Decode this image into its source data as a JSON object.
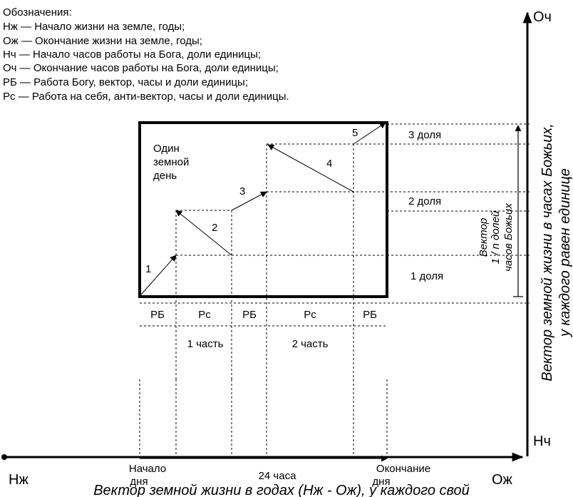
{
  "legend": {
    "heading": "Обозначения:",
    "lines": [
      "Нж — Начало жизни на земле, годы;",
      "Ож — Окончание жизни на земле, годы;",
      "Нч — Начало часов работы на Бога, доли единицы;",
      "Оч — Окончание часов работы на Бога, доли единицы;",
      "РБ — Работа Богу, вектор, часы и доли единицы;",
      "Рс — Работа на себя, анти-вектор, часы и доли единицы."
    ]
  },
  "day_box": {
    "line1": "Один",
    "line2": "земной",
    "line3": "день"
  },
  "steps": [
    "1",
    "2",
    "3",
    "4",
    "5"
  ],
  "shares": {
    "s1": "1 доля",
    "s2": "2 доля",
    "s3": "3 доля"
  },
  "segments": {
    "rb": "РБ",
    "rs": "Рс",
    "part1": "1 часть",
    "part2": "2 часть"
  },
  "vector_label": {
    "line1": "Вектор",
    "line2": "1 / n долей",
    "line3": "часов Божьих"
  },
  "y_axis": {
    "top": "Оч",
    "bottom": "Нч",
    "title_line1": "Вектор земной жизни в часах Божьих,",
    "title_line2": "у каждого равен единице"
  },
  "x_axis": {
    "left": "Нж",
    "right": "Ож",
    "start_line1": "Начало",
    "start_line2": "дня",
    "hours": "24 часа",
    "end_line1": "Окончание",
    "end_line2": "дня",
    "title": "Вектор земной жизни в годах (Нж - Ож), у каждого свой"
  }
}
